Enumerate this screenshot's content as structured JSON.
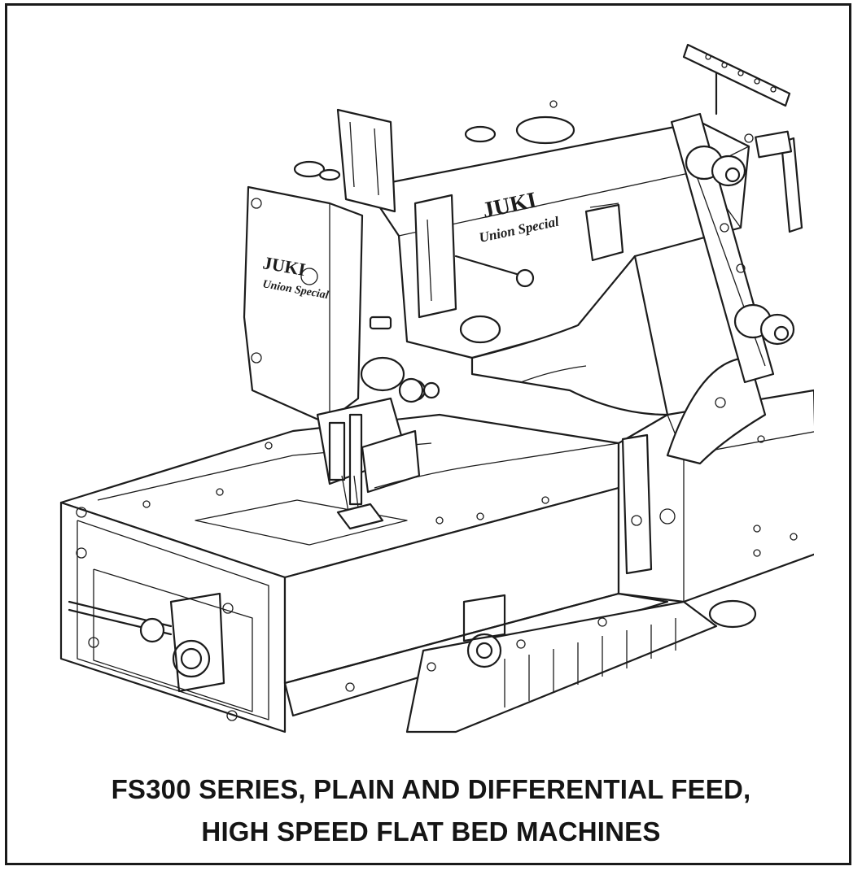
{
  "document": {
    "caption_line1": "FS300 SERIES, PLAIN AND DIFFERENTIAL FEED,",
    "caption_line2": "HIGH SPEED FLAT BED MACHINES"
  },
  "illustration": {
    "brand_logo_text": "JUKI",
    "sub_brand_text": "Union Special"
  }
}
